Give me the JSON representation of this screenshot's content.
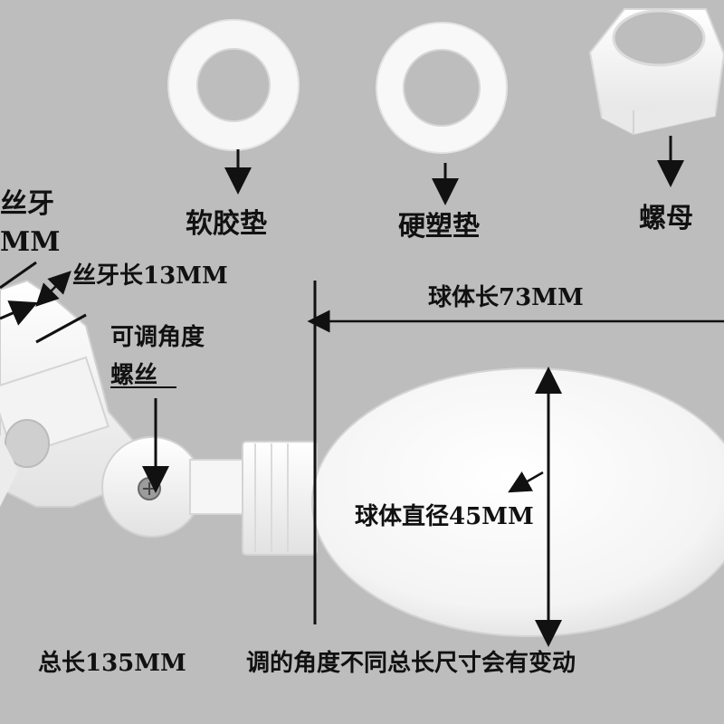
{
  "parts": {
    "soft_gasket": "软胶垫",
    "hard_gasket": "硬塑垫",
    "nut": "螺母"
  },
  "annotations": {
    "thread_cut": "丝牙",
    "mm_cut": "MM",
    "thread_length": "丝牙长13MM",
    "adjust_line1": "可调角度",
    "adjust_line2": "螺丝",
    "ball_length": "球体长73MM",
    "ball_diameter": "球体直径45MM",
    "total_length": "总长135MM",
    "note": "调的角度不同总长尺寸会有变动"
  },
  "colors": {
    "background": "#bdbdbd",
    "plastic": "#fafafa",
    "text": "#111111"
  }
}
